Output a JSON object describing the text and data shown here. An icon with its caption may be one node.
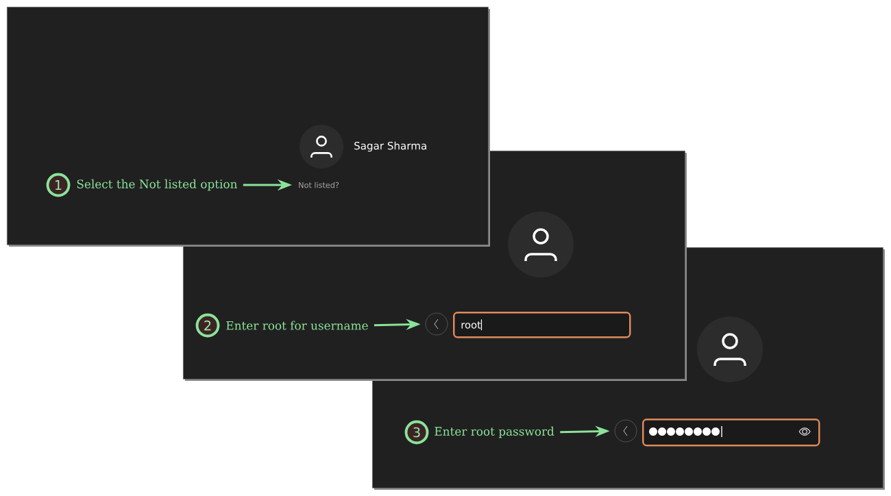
{
  "diagram": {
    "nodes": [
      {
        "text": [],
        "shape": "box"
      },
      {
        "text": [
          "1"
        ],
        "in": 0
      },
      {
        "text": [
          "Select the Not listed option"
        ],
        "in": 0
      },
      {
        "text": [
          "Not listed?"
        ]
      },
      {
        "text": [],
        "shape": "box"
      },
      {
        "text": [
          "2"
        ],
        "in": 4
      },
      {
        "text": [
          "Enter root for username"
        ],
        "in": 4
      },
      {
        "text": [],
        "shape": "circle"
      },
      {
        "text": [
          "root"
        ]
      },
      {
        "text": [],
        "shape": "box"
      },
      {
        "text": [
          "3"
        ],
        "in": 9
      },
      {
        "text": [
          "Enter root password"
        ],
        "in": 9
      },
      {
        "text": [],
        "shape": "circle",
        "in": 9
      },
      {
        "text": [],
        "shape": "box",
        "in": 9
      }
    ],
    "edges": [
      {
        "from": 2,
        "to": 3,
        "arrow": "to"
      },
      {
        "from": 6,
        "to": 7,
        "arrow": "to"
      },
      {
        "from": 11,
        "to": 12,
        "arrow": "to"
      }
    ],
    "labels": [
      "Sagar Sharma"
    ]
  }
}
